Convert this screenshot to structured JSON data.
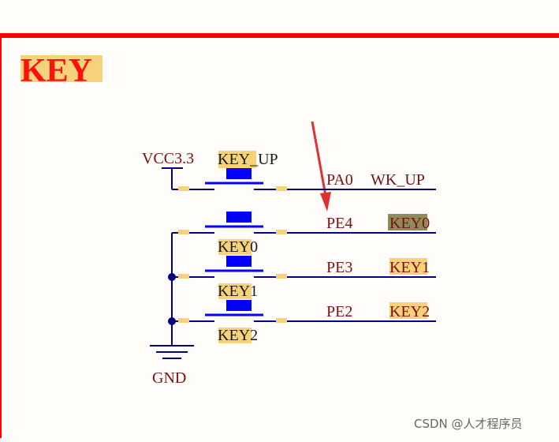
{
  "heading": "KEY",
  "power": {
    "label": "VCC3.3"
  },
  "ground": {
    "label": "GND"
  },
  "switches": [
    {
      "name": "KEY_UP",
      "pin": "PA0",
      "net": "WK_UP"
    },
    {
      "name": "KEY0",
      "pin": "PE4",
      "net": "KEY0"
    },
    {
      "name": "KEY1",
      "pin": "PE3",
      "net": "KEY1"
    },
    {
      "name": "KEY2",
      "pin": "PE2",
      "net": "KEY2"
    }
  ],
  "watermark": "CSDN @人才程序员",
  "colors": {
    "border": "#ff0000",
    "heading_text": "#ff1010",
    "highlight": "#f6d27a",
    "highlight_dark": "#8c8c5a",
    "label_text": "#7a1010",
    "wire": "#000080",
    "switch_body": "#0000ff",
    "arrow": "#e03030",
    "watermark": "#666666"
  }
}
